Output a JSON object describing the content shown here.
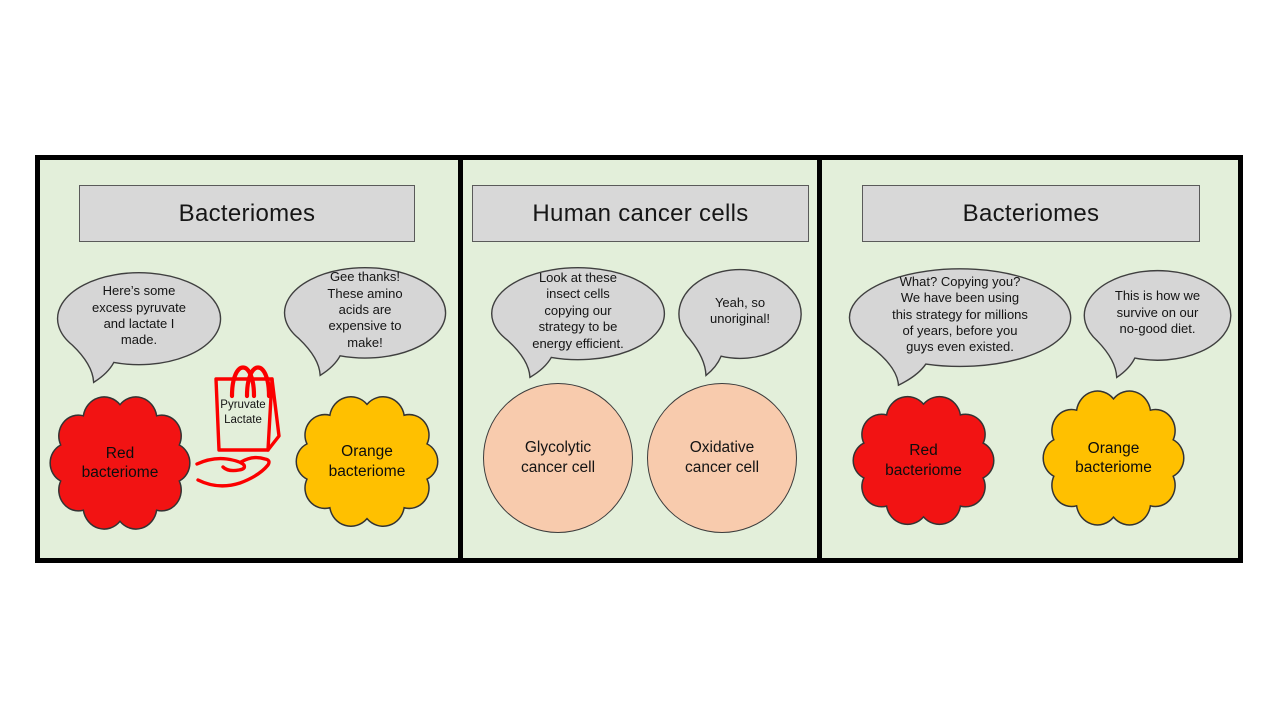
{
  "colors": {
    "panel_bg": "#e3efda",
    "border": "#000000",
    "title_bg": "#d8d8d8",
    "bubble_fill": "#d6d6d6",
    "red_cloud": "#f21313",
    "orange_cloud": "#ffc000",
    "cell_fill": "#f8cbad",
    "lineart_red": "#fb0000"
  },
  "panels": [
    {
      "title": "Bacteriomes",
      "bubbles": [
        {
          "speaker": "red-bacteriome",
          "text": "Here’s some\nexcess pyruvate\nand lactate I\nmade."
        },
        {
          "speaker": "orange-bacteriome",
          "text": "Gee thanks!\nThese amino\nacids are\nexpensive to\nmake!"
        }
      ],
      "clouds": [
        {
          "label": "Red\nbacteriome"
        },
        {
          "label": "Orange\nbacteriome"
        }
      ],
      "bag": {
        "label": "Pyruvate\nLactate"
      }
    },
    {
      "title": "Human cancer cells",
      "bubbles": [
        {
          "speaker": "glycolytic-cancer-cell",
          "text": "Look at these\ninsect cells\ncopying our\nstrategy to be\nenergy efficient."
        },
        {
          "speaker": "oxidative-cancer-cell",
          "text": "Yeah, so\nunoriginal!"
        }
      ],
      "cells": [
        {
          "label": "Glycolytic\ncancer cell"
        },
        {
          "label": "Oxidative\ncancer cell"
        }
      ]
    },
    {
      "title": "Bacteriomes",
      "bubbles": [
        {
          "speaker": "red-bacteriome",
          "text": "What? Copying you?\nWe have  been using\nthis strategy for millions\nof years, before  you\nguys even  existed."
        },
        {
          "speaker": "orange-bacteriome",
          "text": "This  is how we\nsurvive  on our\nno-good  diet."
        }
      ],
      "clouds": [
        {
          "label": "Red\nbacteriome"
        },
        {
          "label": "Orange\nbacteriome"
        }
      ]
    }
  ]
}
